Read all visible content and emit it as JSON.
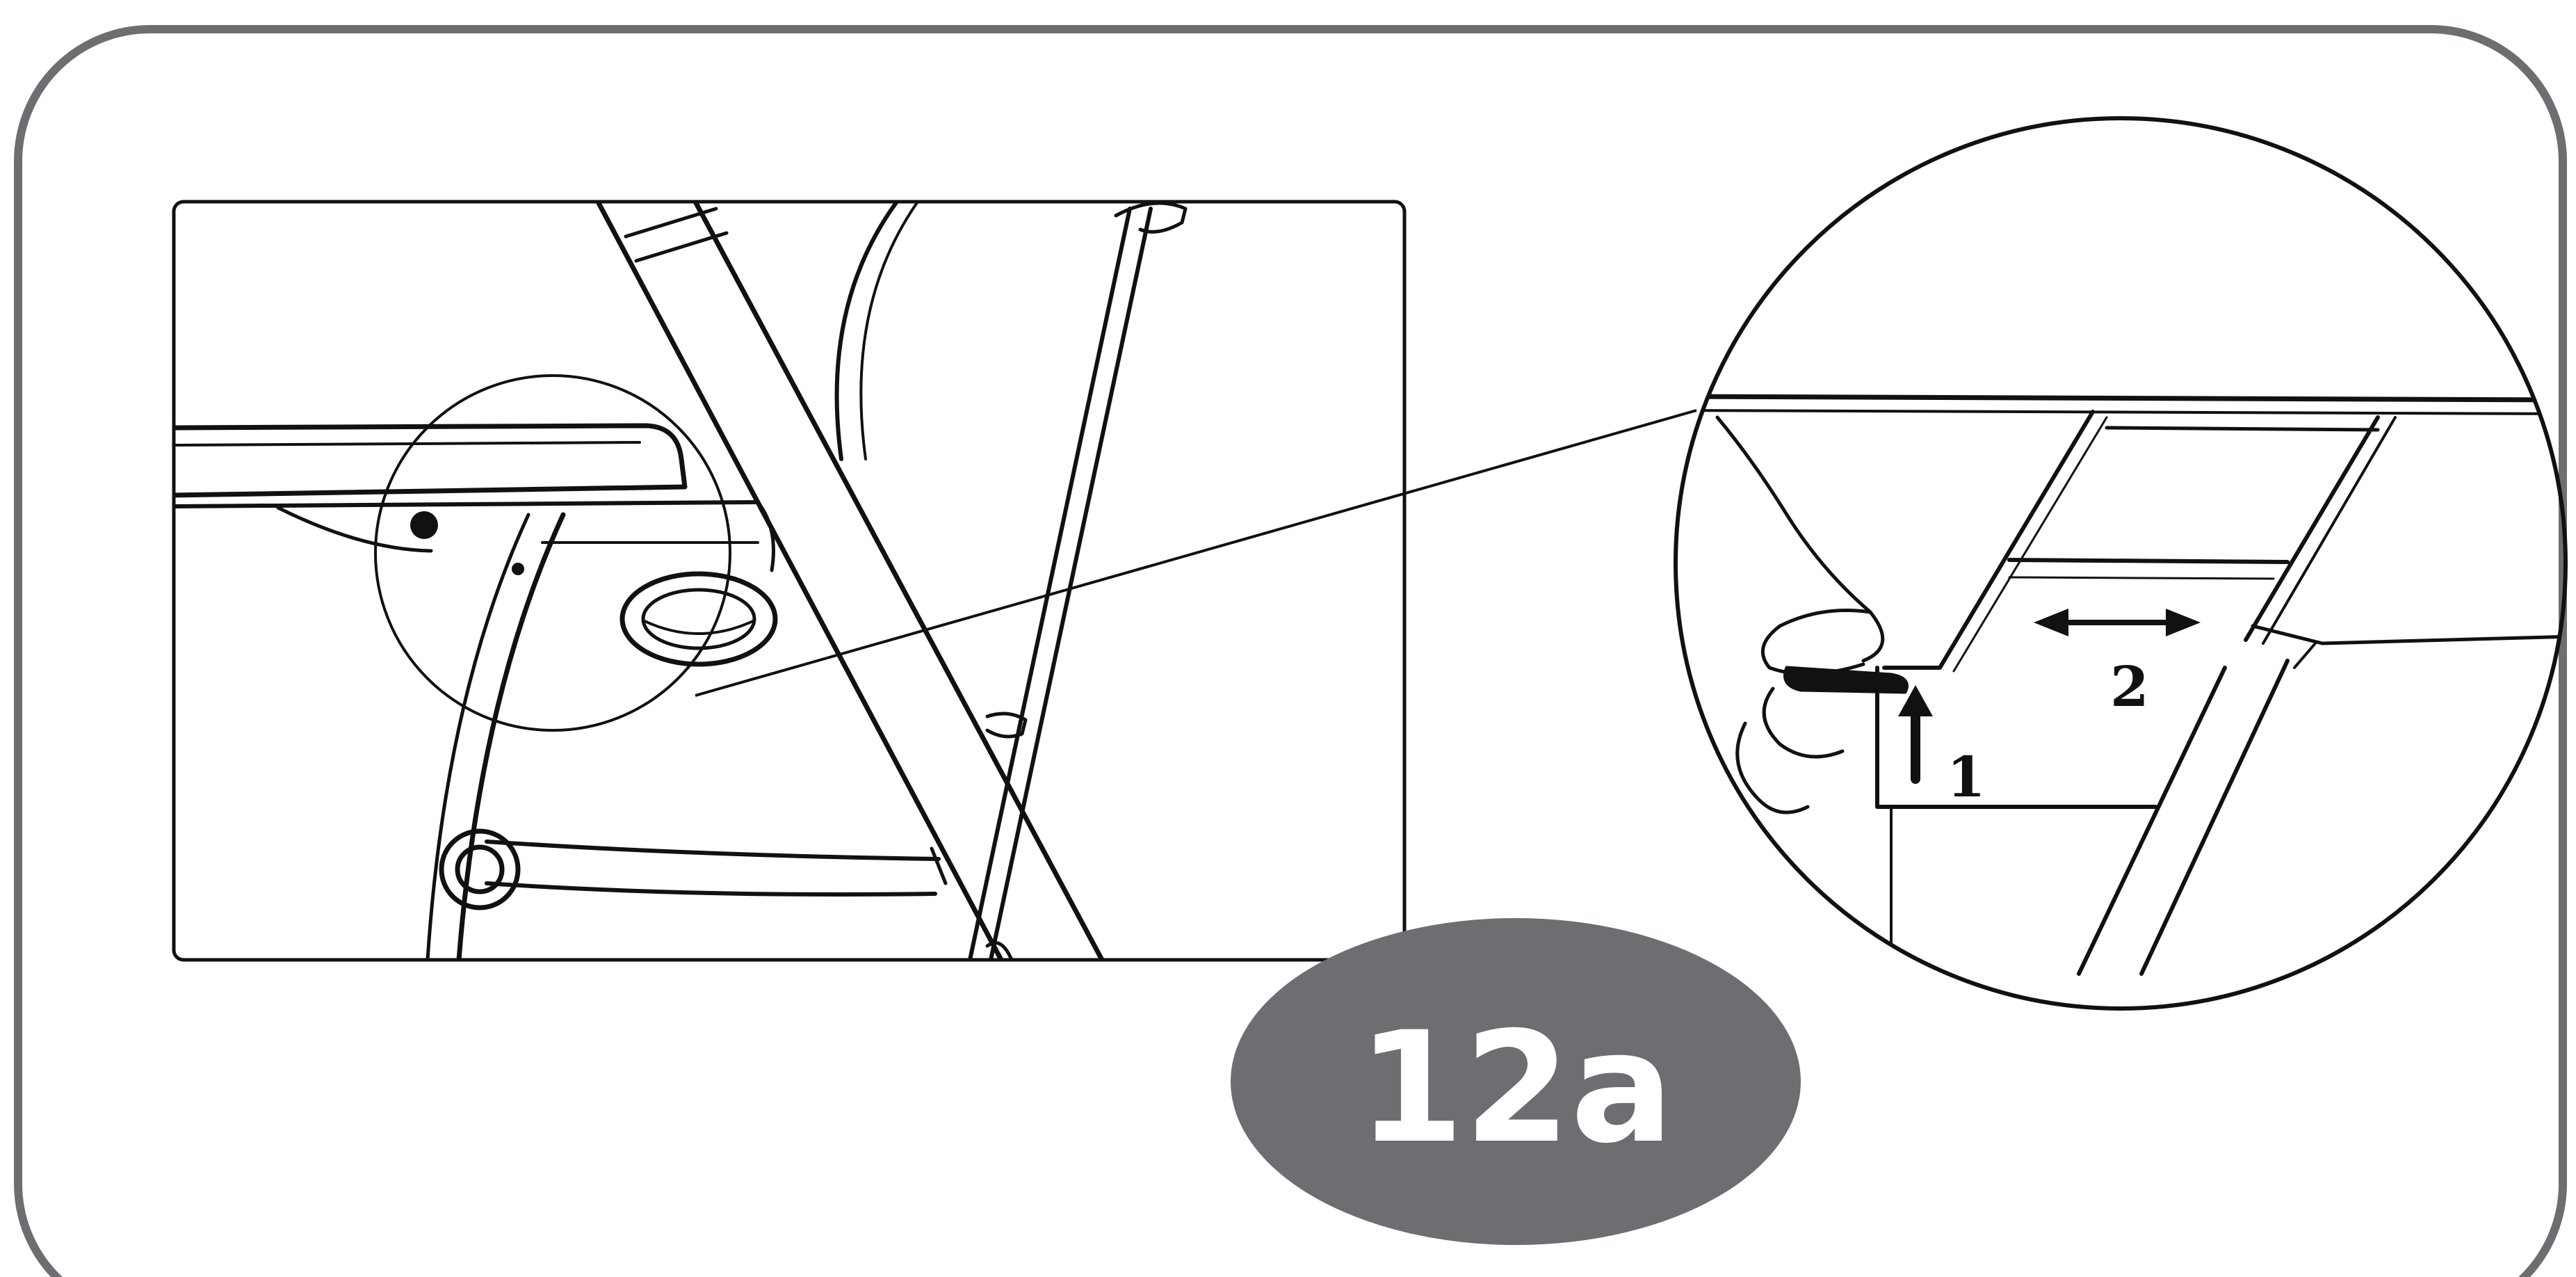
{
  "figure": {
    "badge_label": "12a",
    "callout_steps": [
      {
        "label": "1"
      },
      {
        "label": "2"
      }
    ]
  },
  "colors": {
    "frame_stroke": "#6d6e71",
    "badge_fill": "#6d6e71",
    "badge_text": "#ffffff",
    "line_art": "#111111",
    "background": "#ffffff"
  }
}
